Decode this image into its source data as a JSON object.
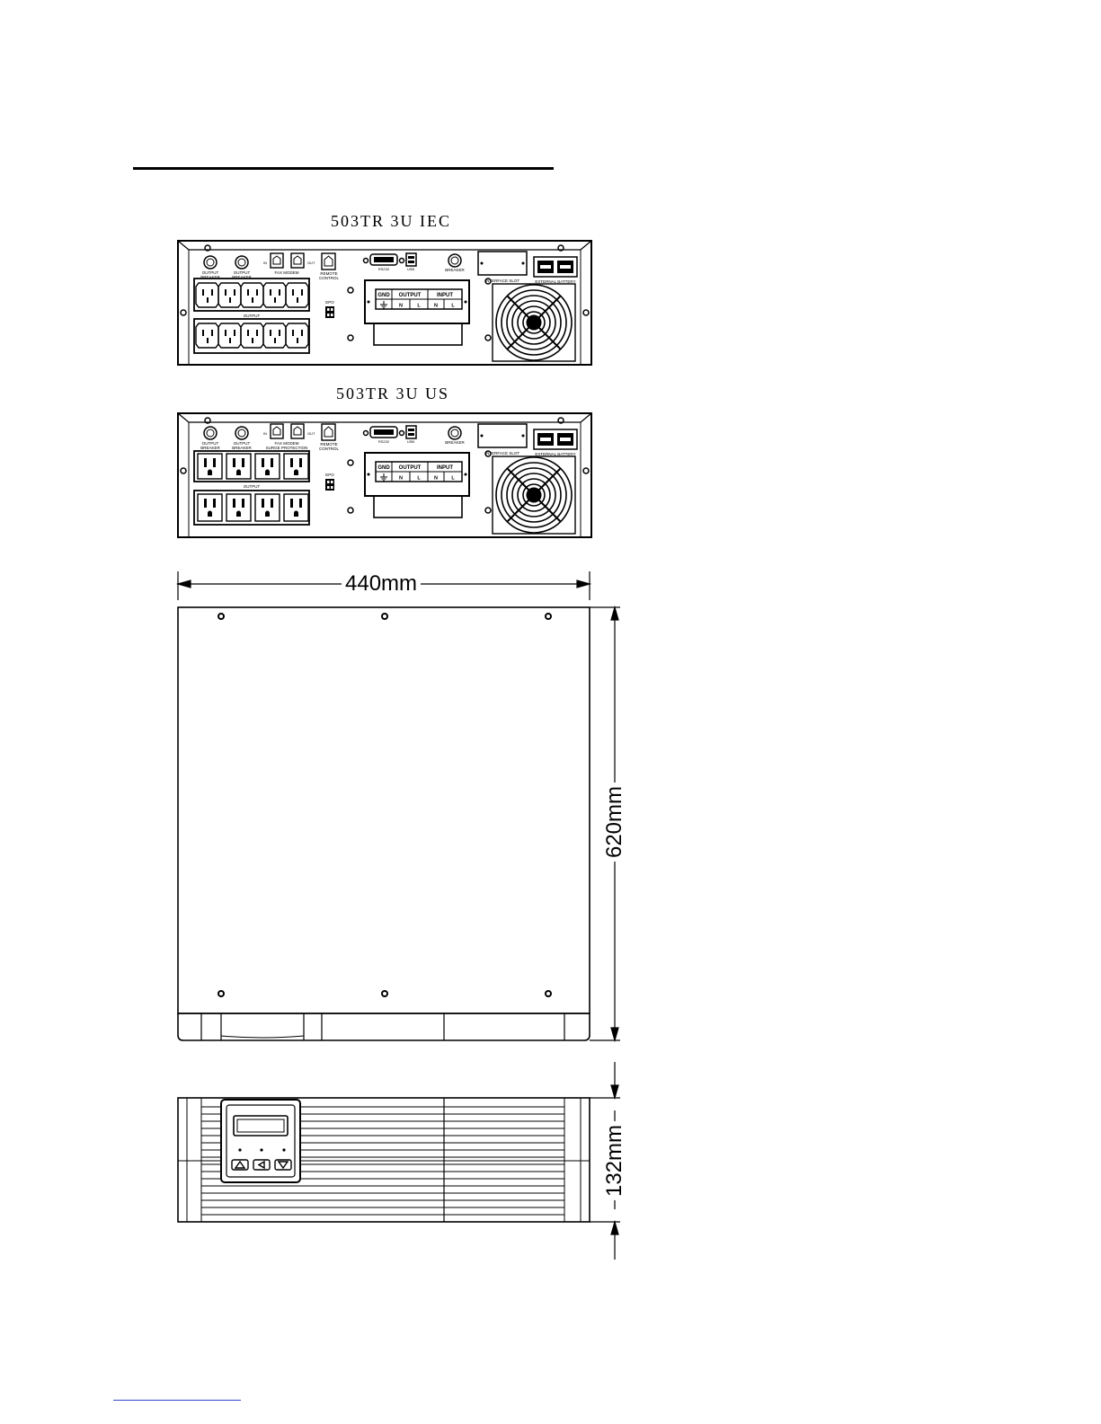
{
  "panels": {
    "iec": {
      "title": "503TR 3U IEC",
      "output_breaker_1": "OUTPUT",
      "output_breaker_1b": "BREAKER",
      "output_breaker_2": "OUTPUT",
      "output_breaker_2b": "BREAKER",
      "in": "IN",
      "out": "OUT",
      "fax_modem": "FAX MODEM",
      "remote": "REMOTE",
      "control": "CONTROL",
      "rs232": "RS232",
      "usb": "USB",
      "breaker": "BREAKER",
      "interface_slot": "INTERFACE SLOT",
      "external_battery": "EXTERNAL BATTERY",
      "output_label": "OUTPUT",
      "epo": "EPO",
      "gnd": "GND",
      "tb_output": "OUTPUT",
      "tb_input": "INPUT",
      "n1": "N",
      "l1": "L",
      "n2": "N",
      "l2": "L"
    },
    "us": {
      "title": "503TR 3U US",
      "output_breaker_1": "OUTPUT",
      "output_breaker_1b": "BREAKER",
      "output_breaker_2": "OUTPUT",
      "output_breaker_2b": "BREAKER",
      "in": "IN",
      "out": "OUT",
      "fax_modem": "FAX MODEM",
      "surge": "SURGE PROTECTION",
      "remote": "REMOTE",
      "control": "CONTROL",
      "rs232": "RS232",
      "usb": "USB",
      "breaker": "BREAKER",
      "interface_slot": "INTERFACE SLOT",
      "external_battery": "EXTERNAL BATTERY",
      "output_label": "OUTPUT",
      "epo": "EPO",
      "gnd": "GND",
      "tb_output": "OUTPUT",
      "tb_input": "INPUT",
      "n1": "N",
      "l1": "L",
      "n2": "N",
      "l2": "L"
    }
  },
  "dimensions": {
    "width": "440mm",
    "depth": "620mm",
    "height": "132mm"
  }
}
